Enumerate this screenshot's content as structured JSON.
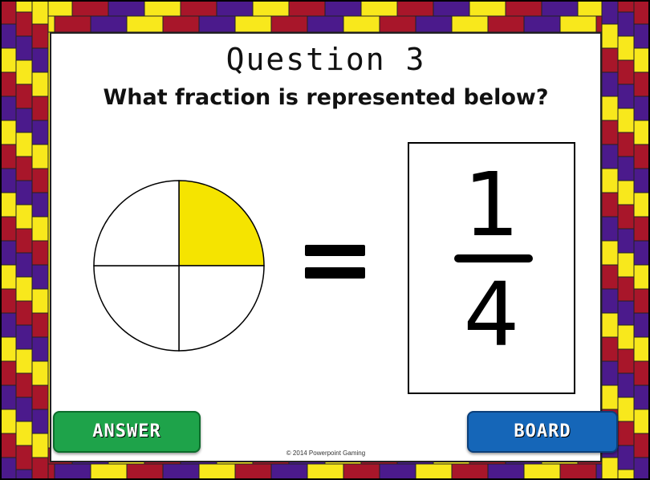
{
  "colors": {
    "purple": "#4b1a8c",
    "yellow": "#f8e81c",
    "red": "#a8162a",
    "answer_green": "#1ea34a",
    "board_blue": "#1566b8",
    "shaded": "#f5e400"
  },
  "question": {
    "number_title": "Question 3",
    "prompt": "What fraction is represented below?"
  },
  "pie": {
    "total_parts": 4,
    "shaded_parts": 1
  },
  "fraction": {
    "numerator": "1",
    "denominator": "4"
  },
  "buttons": {
    "answer_label": "ANSWER",
    "board_label": "BOARD"
  },
  "footer": {
    "copyright": "© 2014 Powerpoint Gaming"
  }
}
